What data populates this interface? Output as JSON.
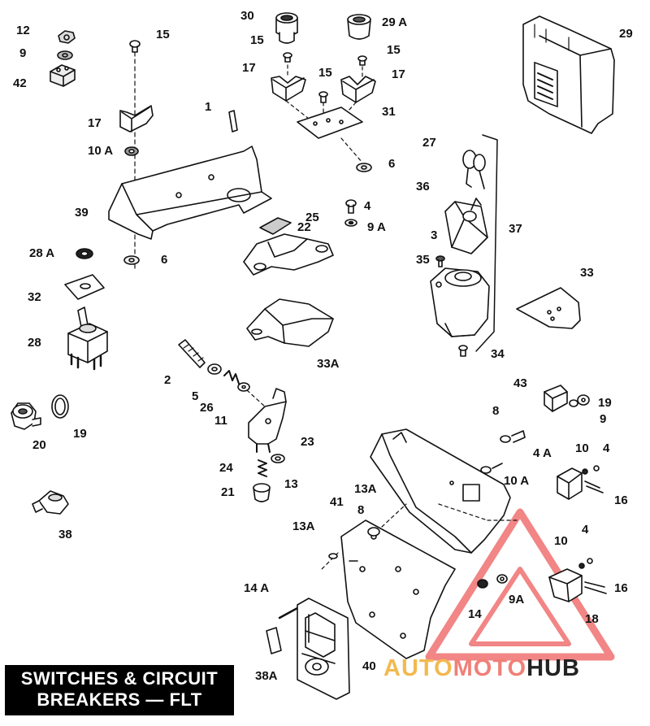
{
  "title": {
    "line1": "SWITCHES & CIRCUIT",
    "line2": "BREAKERS — FLT"
  },
  "watermark": {
    "part1": "AUTO",
    "part2": "MOTO",
    "part3": "HUB",
    "color_auto": "#f2b950",
    "color_moto": "#f08078",
    "color_hub": "#222222",
    "triangle_color": "#f07070"
  },
  "callouts": [
    {
      "id": "c12",
      "text": "12"
    },
    {
      "id": "c9",
      "text": "9"
    },
    {
      "id": "c42",
      "text": "42"
    },
    {
      "id": "c15a",
      "text": "15"
    },
    {
      "id": "c30",
      "text": "30"
    },
    {
      "id": "c29a",
      "text": "29 A"
    },
    {
      "id": "c29",
      "text": "29"
    },
    {
      "id": "c15b",
      "text": "15"
    },
    {
      "id": "c15c",
      "text": "15"
    },
    {
      "id": "c17a",
      "text": "17"
    },
    {
      "id": "c15d",
      "text": "15"
    },
    {
      "id": "c17b",
      "text": "17"
    },
    {
      "id": "c1",
      "text": "1"
    },
    {
      "id": "c17c",
      "text": "17"
    },
    {
      "id": "c31",
      "text": "31"
    },
    {
      "id": "c10a",
      "text": "10 A"
    },
    {
      "id": "c27",
      "text": "27"
    },
    {
      "id": "c6a",
      "text": "6"
    },
    {
      "id": "c36",
      "text": "36"
    },
    {
      "id": "c39",
      "text": "39"
    },
    {
      "id": "c4a",
      "text": "4"
    },
    {
      "id": "c25",
      "text": "25"
    },
    {
      "id": "c22",
      "text": "22"
    },
    {
      "id": "c9a",
      "text": "9 A"
    },
    {
      "id": "c37",
      "text": "37"
    },
    {
      "id": "c3",
      "text": "3"
    },
    {
      "id": "c28a",
      "text": "28 A"
    },
    {
      "id": "c6b",
      "text": "6"
    },
    {
      "id": "c35",
      "text": "35"
    },
    {
      "id": "c33",
      "text": "33"
    },
    {
      "id": "c32",
      "text": "32"
    },
    {
      "id": "c28",
      "text": "28"
    },
    {
      "id": "c33a",
      "text": "33A"
    },
    {
      "id": "c34",
      "text": "34"
    },
    {
      "id": "c2",
      "text": "2"
    },
    {
      "id": "c5",
      "text": "5"
    },
    {
      "id": "c26",
      "text": "26"
    },
    {
      "id": "c11",
      "text": "11"
    },
    {
      "id": "c43",
      "text": "43"
    },
    {
      "id": "c19a",
      "text": "19"
    },
    {
      "id": "c9b",
      "text": "9"
    },
    {
      "id": "c20",
      "text": "20"
    },
    {
      "id": "c19b",
      "text": "19"
    },
    {
      "id": "c8a",
      "text": "8"
    },
    {
      "id": "c23",
      "text": "23"
    },
    {
      "id": "c4b",
      "text": "4 A"
    },
    {
      "id": "c10b",
      "text": "10"
    },
    {
      "id": "c4c",
      "text": "4"
    },
    {
      "id": "c24",
      "text": "24"
    },
    {
      "id": "c13",
      "text": "13"
    },
    {
      "id": "c10c",
      "text": "10 A"
    },
    {
      "id": "c21",
      "text": "21"
    },
    {
      "id": "c16a",
      "text": "16"
    },
    {
      "id": "c13a1",
      "text": "13A"
    },
    {
      "id": "c38",
      "text": "38"
    },
    {
      "id": "c41",
      "text": "41"
    },
    {
      "id": "c8b",
      "text": "8"
    },
    {
      "id": "c13a2",
      "text": "13A"
    },
    {
      "id": "c10d",
      "text": "10"
    },
    {
      "id": "c4d",
      "text": "4"
    },
    {
      "id": "c16b",
      "text": "16"
    },
    {
      "id": "c14a",
      "text": "14 A"
    },
    {
      "id": "c9a2",
      "text": "9A"
    },
    {
      "id": "c14",
      "text": "14"
    },
    {
      "id": "c18",
      "text": "18"
    },
    {
      "id": "c38a",
      "text": "38A"
    },
    {
      "id": "c40",
      "text": "40"
    }
  ]
}
